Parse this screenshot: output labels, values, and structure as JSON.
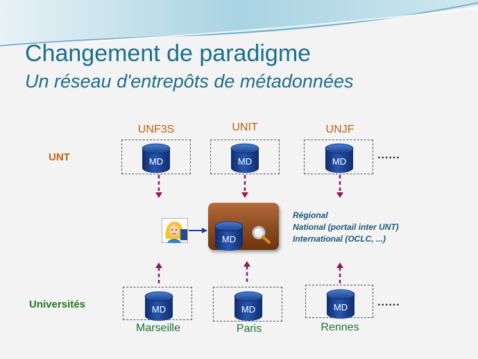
{
  "slide": {
    "title": "Changement de paradigme",
    "subtitle": "Un réseau d'entrepôts de métadonnées"
  },
  "colors": {
    "title": "#1a6f8c",
    "unt": "#c06010",
    "universites": "#1f7a1f",
    "arrow": "#8b1a5a",
    "db_blue": "#1b3f8a",
    "center_box": "#8a4a20"
  },
  "unt_row": {
    "label": "UNT",
    "columns": [
      "UNF3S",
      "UNIT",
      "UNJF"
    ],
    "db_label": "MD",
    "more": "......"
  },
  "center": {
    "db_label": "MD",
    "legend": [
      "Régional",
      "National (portail inter UNT)",
      "International (OCLC, ...)"
    ],
    "icons": [
      "user-at-computer-icon",
      "magnifier-icon"
    ]
  },
  "univ_row": {
    "label": "Universités",
    "columns": [
      "Marseille",
      "Paris",
      "Rennes"
    ],
    "db_label": "MD",
    "more": "......"
  }
}
